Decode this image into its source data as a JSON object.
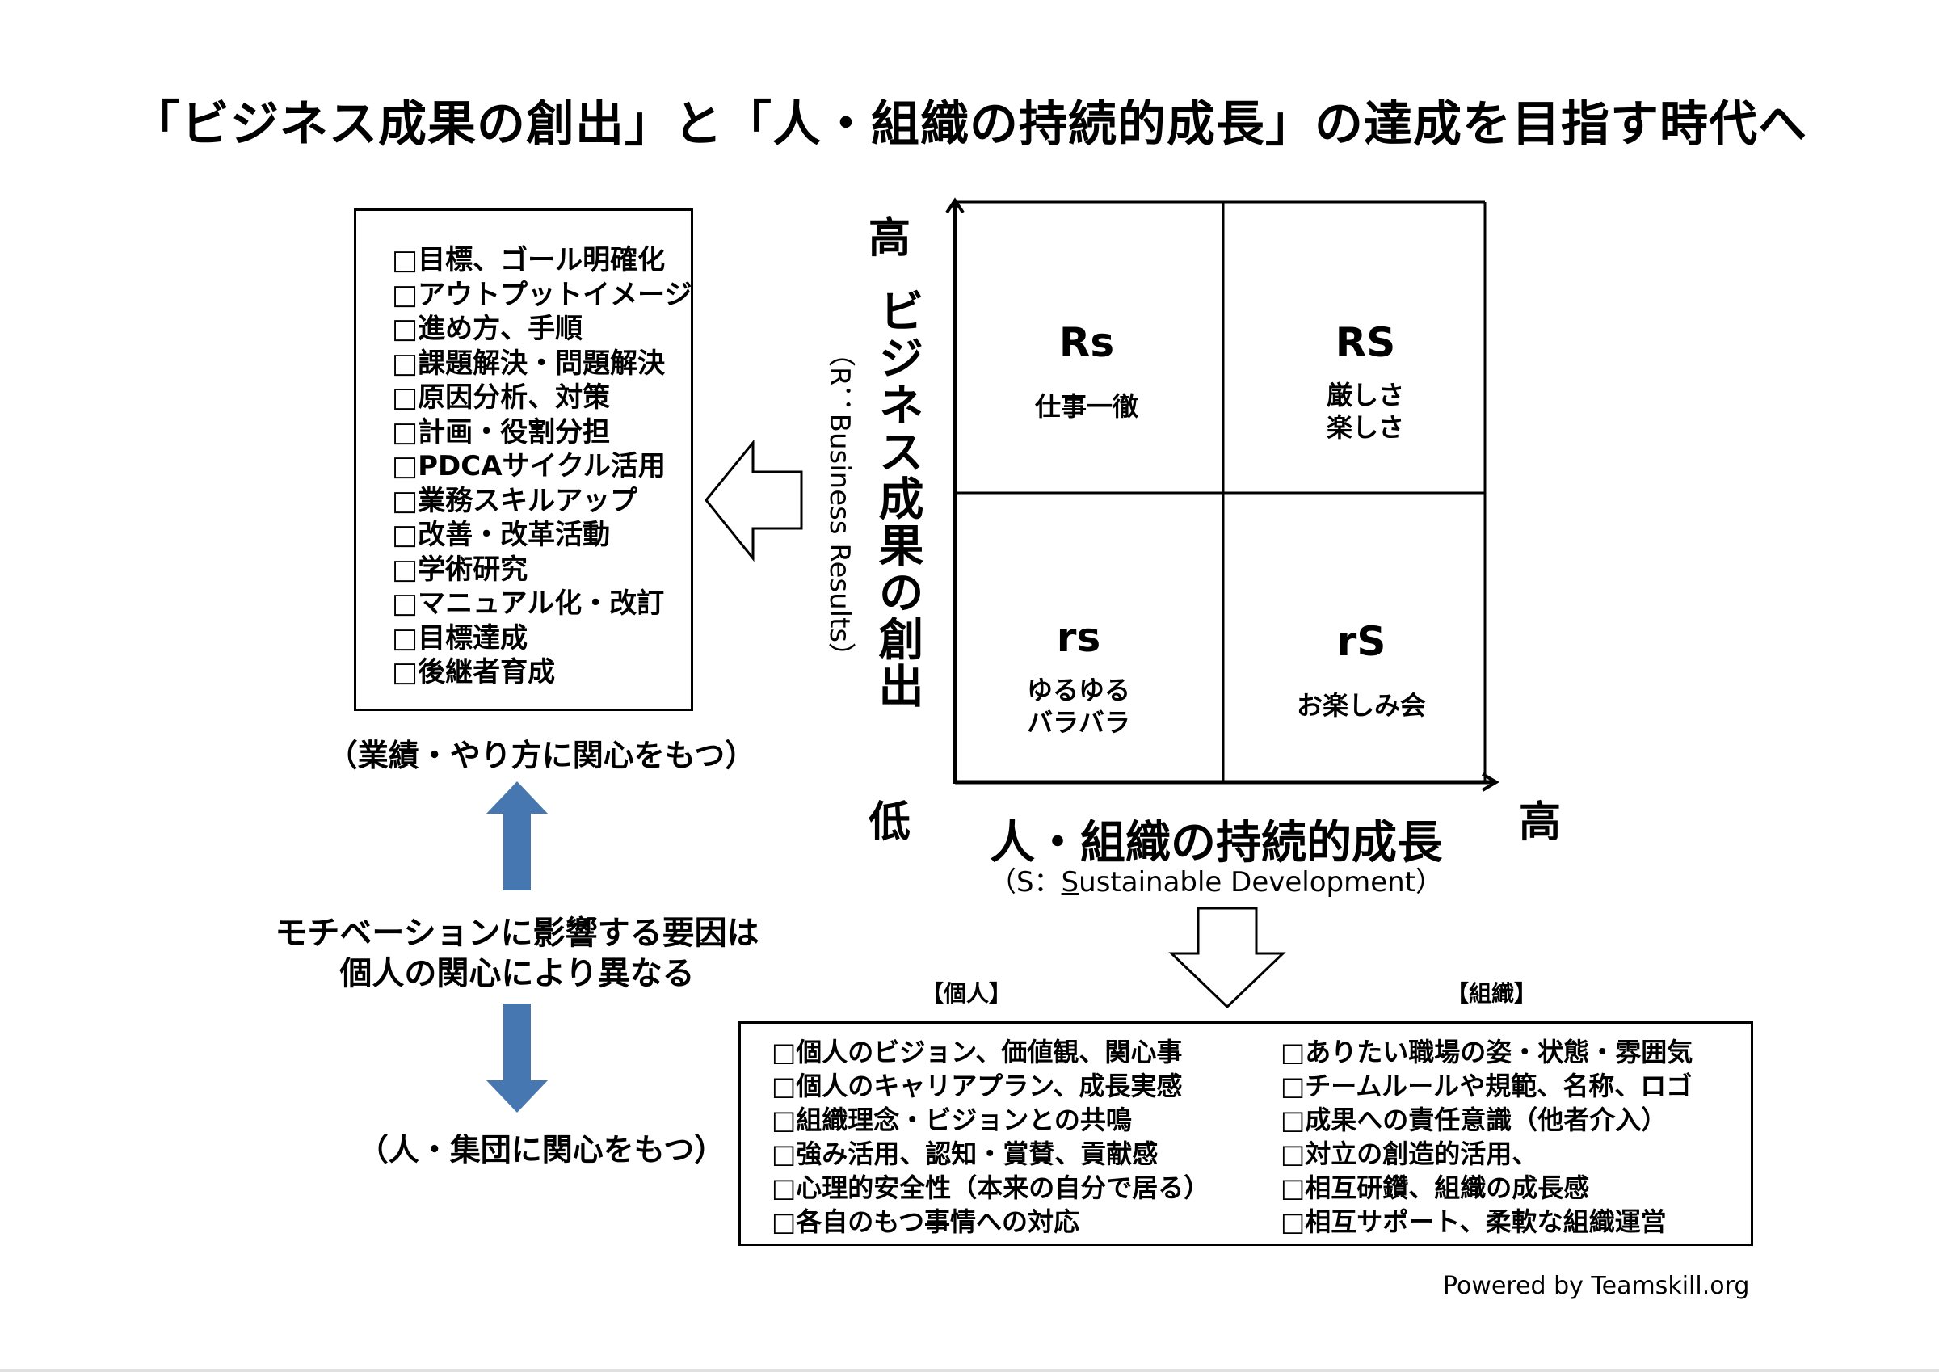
{
  "title": "「ビジネス成果の創出」と「人・組織の持続的成長」の達成を目指す時代へ",
  "left_panel": {
    "items": [
      "□目標、ゴール明確化",
      "□アウトプットイメージ",
      "□進め方、手順",
      "□課題解決・問題解決",
      "□原因分析、対策",
      "□計画・役割分担",
      "□PDCAサイクル活用",
      "□業務スキルアップ",
      "□改善・改革活動",
      "□学術研究",
      "□マニュアル化・改訂",
      "□目標達成",
      "□後継者育成"
    ],
    "caption": "（業績・やり方に関心をもつ）"
  },
  "center_left": {
    "motivation_line1": "モチベーションに影響する要因は",
    "motivation_line2": "個人の関心により異なる",
    "caption": "（人・集団に関心をもつ）",
    "arrow_color": "#4677B0"
  },
  "matrix": {
    "y_high": "高",
    "y_low": "低",
    "x_high": "高",
    "y_axis_label": "ビジネス成果の創出",
    "y_axis_sub": "（R：Business Results）",
    "x_axis_label": "人・組織の持続的成長",
    "x_axis_sub_prefix": "（S：",
    "x_axis_sub_underlined": "S",
    "x_axis_sub_rest": "ustainable Development）",
    "quadrants": {
      "top_left": {
        "code": "Rs",
        "desc_line1": "仕事一徹",
        "desc_line2": ""
      },
      "top_right": {
        "code": "RS",
        "desc_line1": "厳しさ",
        "desc_line2": "楽しさ"
      },
      "bottom_left": {
        "code": "rs",
        "desc_line1": "ゆるゆる",
        "desc_line2": "バラバラ"
      },
      "bottom_right": {
        "code": "rS",
        "desc_line1": "お楽しみ会",
        "desc_line2": ""
      }
    }
  },
  "bottom_panel": {
    "individual_header": "【個人】",
    "organization_header": "【組織】",
    "individual_items": [
      "□個人のビジョン、価値観、関心事",
      "□個人のキャリアプラン、成長実感",
      "□組織理念・ビジョンとの共鳴",
      "□強み活用、認知・賞賛、貢献感",
      "□心理的安全性（本来の自分で居る）",
      "□各自のもつ事情への対応"
    ],
    "organization_items": [
      "□ありたい職場の姿・状態・雰囲気",
      "□チームルールや規範、名称、ロゴ",
      "□成果への責任意識（他者介入）",
      "□対立の創造的活用、",
      "□相互研鑽、組織の成長感",
      "□相互サポート、柔軟な組織運営"
    ]
  },
  "footer": "Powered by Teamskill.org"
}
